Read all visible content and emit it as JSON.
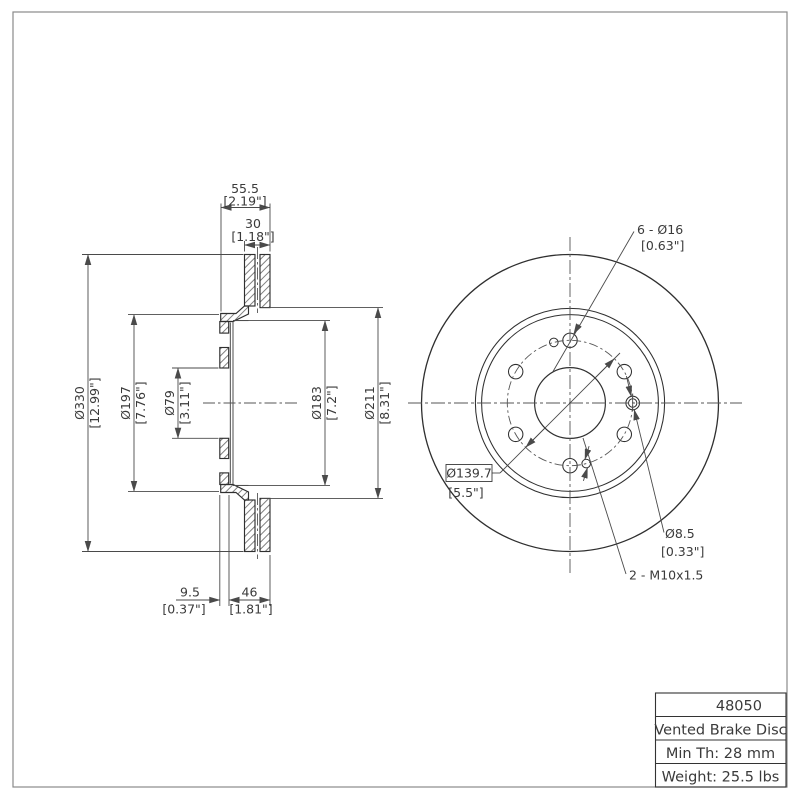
{
  "page": {
    "background": "#ffffff",
    "border_color": "#8a8a8a",
    "outline_color": "#2f2f2f",
    "dim_color": "#4a4a4a",
    "text_color": "#3a3a3a"
  },
  "drawing": {
    "section_view": {
      "dims": {
        "overall_width": {
          "mm": "55.5",
          "inch": "[2.19\"]"
        },
        "rotor_thickness": {
          "mm": "30",
          "inch": "[1.18\"]"
        },
        "outer_diameter": {
          "mm": "Ø330",
          "inch": "[12.99\"]"
        },
        "hat_diameter": {
          "mm": "Ø197",
          "inch": "[7.76\"]"
        },
        "center_bore": {
          "mm": "Ø79",
          "inch": "[3.11\"]"
        },
        "hat_inner_diameter": {
          "mm": "Ø183",
          "inch": "[7.2\"]"
        },
        "friction_inner_diameter": {
          "mm": "Ø211",
          "inch": "[8.31\"]"
        },
        "hat_wall": {
          "mm": "9.5",
          "inch": "[0.37\"]"
        },
        "mount_depth": {
          "mm": "46",
          "inch": "[1.81\"]"
        }
      }
    },
    "front_view": {
      "labels": {
        "lug_holes": {
          "mm": "6 - Ø16",
          "inch": "[0.63\"]"
        },
        "bolt_circle": {
          "mm": "Ø139.7",
          "inch": "[5.5\"]"
        },
        "pilot_hole": {
          "mm": "Ø8.5",
          "inch": "[0.33\"]"
        },
        "thread_holes": {
          "label": "2 - M10x1.5"
        }
      }
    },
    "title_block": {
      "part_number": "48050",
      "description": "Vented Brake Disc",
      "min_thickness": "Min Th: 28 mm",
      "weight": "Weight: 25.5 lbs"
    }
  }
}
